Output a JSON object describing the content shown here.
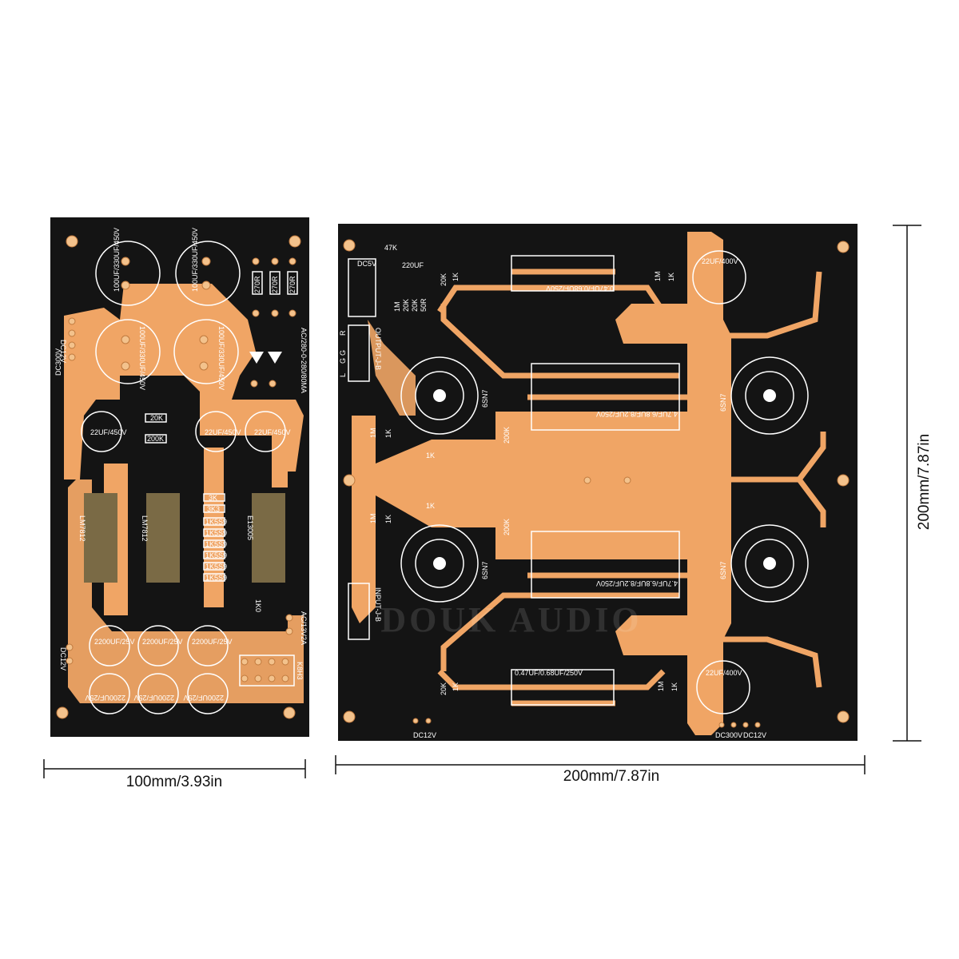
{
  "colors": {
    "board": "#141414",
    "copper": "#f0a565",
    "silkscreen": "#ffffff",
    "heatsink_pad": "#7a6a45",
    "background": "#ffffff"
  },
  "dimensions": {
    "left_width": "100mm/3.93in",
    "right_width": "200mm/7.87in",
    "right_height": "200mm/7.87in"
  },
  "watermark": "DOUK AUDIO",
  "power_board": {
    "caps_large": [
      "100UF/330UF/450V",
      "100UF/330UF/450V",
      "100UF/330UF/450V",
      "100UF/330UF/450V"
    ],
    "resistors_top": [
      "270R",
      "270R",
      "270R"
    ],
    "ac_hv": "AC/280-0-280/80MA",
    "dc_hv": [
      "DC12V",
      "DC300V"
    ],
    "caps_small": [
      "22UF/450V",
      "22UF/450V",
      "22UF/450V"
    ],
    "resistors_mid": [
      "20K",
      "200K"
    ],
    "regulators": [
      "LM7812",
      "LM7812",
      "E13005"
    ],
    "resistor_array": [
      "3K",
      "3K3",
      "1K5S9",
      "1K5S9",
      "1K5S9",
      "1K5S9",
      "1K5S9",
      "1K5S9"
    ],
    "led_resistor": "1K0",
    "ac_lv": "AC/13V2A",
    "dc_lv": "DC12V",
    "caps_filter": [
      "2200UF/25V",
      "2200UF/25V",
      "2200UF/25V",
      "2200UF/25V",
      "2200UF/25V",
      "2200UF/25V"
    ],
    "relay": "K8H3"
  },
  "amp_board": {
    "tubes": [
      "6SN7",
      "6SN7",
      "6SN7",
      "6SN7"
    ],
    "output_connector": "OUTPUT-J-B",
    "input_connector": "INPUT-J-B",
    "connector_pins": [
      "R",
      "G",
      "G",
      "L"
    ],
    "delay": {
      "dc": "DC5V",
      "r1": "47K",
      "cap": "220UF",
      "r_set": [
        "1M",
        "20K",
        "20K",
        "50R"
      ]
    },
    "coupling_caps_small": [
      "0.47UF/0.68UF/250V",
      "0.47UF/0.68UF/250V"
    ],
    "coupling_caps_large": [
      "4.7UF/6.8UF/8.2UF/250V",
      "4.7UF/6.8UF/8.2UF/250V"
    ],
    "resistors": [
      "20K",
      "1K",
      "1M",
      "1K",
      "1M",
      "1K",
      "1K",
      "200K",
      "200K",
      "1M",
      "1K",
      "1K",
      "20K",
      "1K",
      "1M",
      "1K"
    ],
    "hv_caps": [
      "22UF/400V",
      "22UF/400V"
    ],
    "power_labels": [
      "DC12V",
      "DC300V",
      "DC12V"
    ]
  }
}
